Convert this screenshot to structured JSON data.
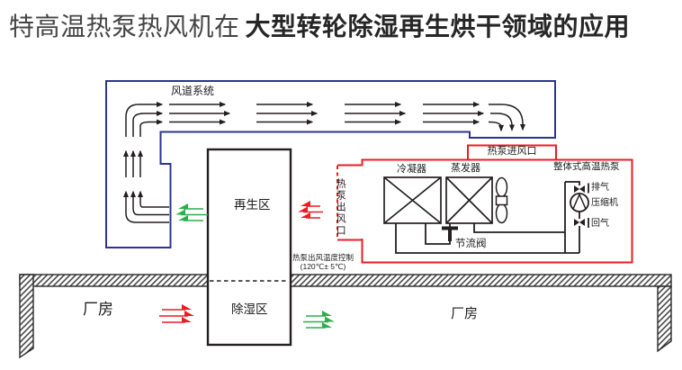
{
  "title": {
    "normal_part": "特高温热泵热风机在",
    "bold_part": "大型转轮除湿再生烘干领域的应用"
  },
  "diagram": {
    "duct_system_label": "风道系统",
    "regeneration_zone": "再生区",
    "dehumidification_zone": "除湿区",
    "heat_pump_inlet": "热泵进风口",
    "heat_pump_outlet": "热泵出风口",
    "heat_pump_unit": "整体式高温热泵",
    "condenser": "冷凝器",
    "evaporator": "蒸发器",
    "throttle_valve": "节流阀",
    "exhaust": "排气",
    "compressor": "压缩机",
    "return_gas": "回气",
    "temp_control_line1": "热泵出风温度控制",
    "temp_control_line2": "(120℃± 5℃)",
    "factory_left": "厂房",
    "factory_right": "厂房"
  },
  "colors": {
    "duct_blue": "#2e3490",
    "heat_pump_red": "#ec1c24",
    "flow_green": "#2aaf4d",
    "line_black": "#231f20"
  },
  "icons": {
    "fan": "axial-fan-icon",
    "compressor": "compressor-circle-icon",
    "shutoff_valves": "valve-bowtie-icon",
    "throttle": "expansion-valve-icon",
    "flow_arrows": "flow-arrow-icon"
  }
}
